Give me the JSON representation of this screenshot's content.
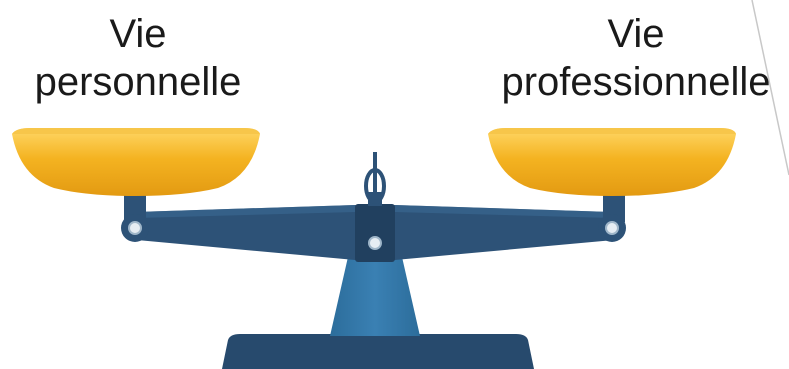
{
  "labels": {
    "left_line1": "Vie",
    "left_line2": "personnelle",
    "right_line1": "Vie",
    "right_line2": "professionnelle"
  },
  "colors": {
    "pan_gold": "#f4b321",
    "pan_gold_dark": "#e39a12",
    "pan_gold_light": "#ffd766",
    "beam_navy": "#2d5277",
    "beam_navy_dark": "#21405f",
    "pillar_blue": "#2c6d9b",
    "base_navy": "#274a6d"
  },
  "icons": {
    "scale": "balance-scale-icon"
  }
}
